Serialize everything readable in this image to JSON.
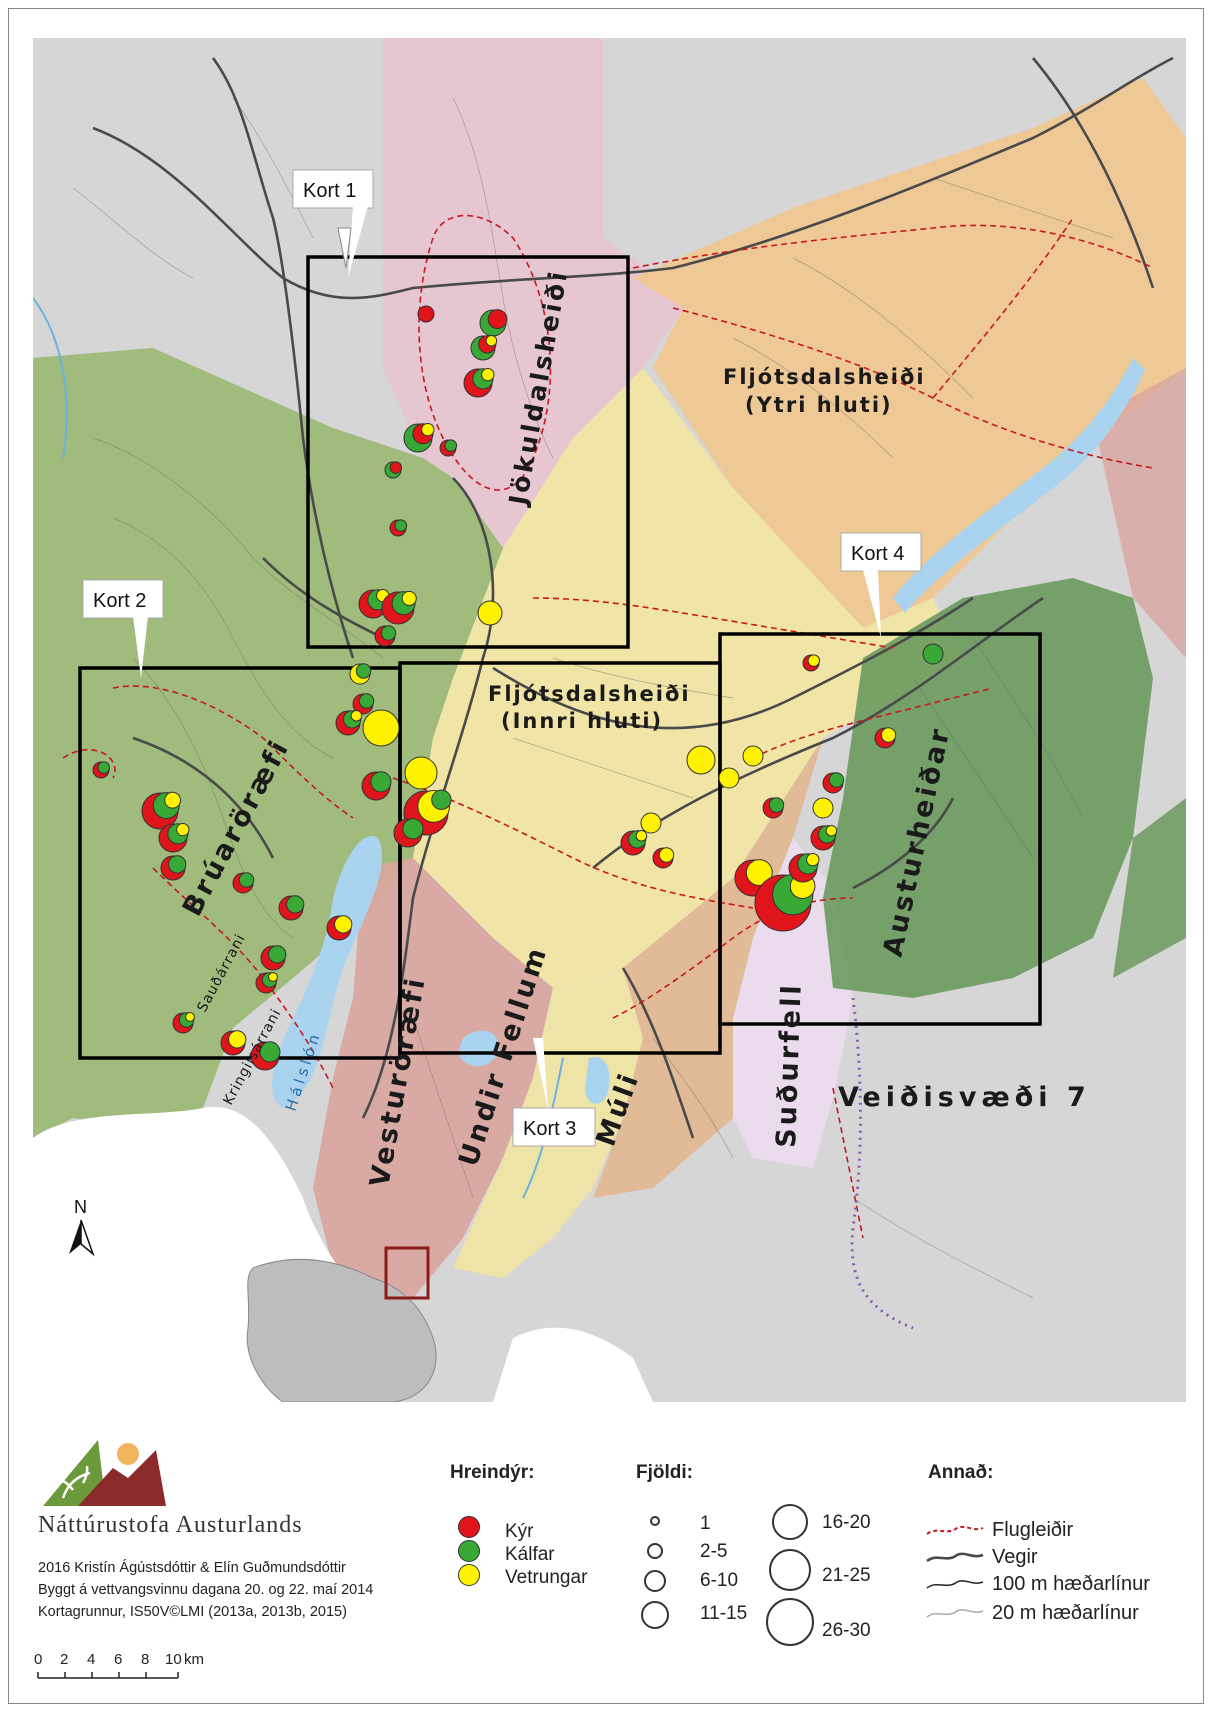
{
  "map": {
    "region_labels": [
      {
        "id": "jokuldalsheidi",
        "text": "Jökuldalsheiði"
      },
      {
        "id": "fljotsdalsheidi-ytri-1",
        "text": "Fljótsdalsheiði"
      },
      {
        "id": "fljotsdalsheidi-ytri-2",
        "text": "(Ytri hluti)"
      },
      {
        "id": "fljotsdalsheidi-innri-1",
        "text": "Fljótsdalsheiði"
      },
      {
        "id": "fljotsdalsheidi-innri-2",
        "text": "(Innri hluti)"
      },
      {
        "id": "bruarorafi",
        "text": "Brúaröræfi"
      },
      {
        "id": "vesturorafi",
        "text": "Vesturöræfi"
      },
      {
        "id": "undir-fellum",
        "text": "Undir Fellum"
      },
      {
        "id": "muli",
        "text": "Múli"
      },
      {
        "id": "sudurfell",
        "text": "Suðurfell"
      },
      {
        "id": "austurheidar",
        "text": "Austurheiðar"
      },
      {
        "id": "veidisvaedi",
        "text": "Veiðisvæði 7"
      },
      {
        "id": "saudarrani",
        "text": "Sauðárrani"
      },
      {
        "id": "kringilsarrani",
        "text": "Kringilsárrani"
      },
      {
        "id": "halslon",
        "text": "Hálslón"
      }
    ],
    "kort_labels": [
      "Kort 1",
      "Kort 2",
      "Kort 3",
      "Kort 4"
    ],
    "north_label": "N"
  },
  "legend": {
    "hreindyr": {
      "title": "Hreindýr:",
      "items": [
        {
          "label": "Kýr",
          "color": "#e0141b"
        },
        {
          "label": "Kálfar",
          "color": "#39a935"
        },
        {
          "label": "Vetrungar",
          "color": "#fff200"
        }
      ]
    },
    "fjoldi": {
      "title": "Fjöldi:",
      "items": [
        "1",
        "2-5",
        "6-10",
        "11-15",
        "16-20",
        "21-25",
        "26-30"
      ]
    },
    "annad": {
      "title": "Annað:",
      "items": [
        "Flugleiðir",
        "Vegir",
        "100 m hæðarlínur",
        "20 m hæðarlínur"
      ]
    }
  },
  "credits": [
    "2016 Kristín Ágústsdóttir & Elín Guðmundsdóttir",
    "Byggt á vettvangsvinnu dagana 20. og 22. maí 2014",
    "Kortagrunnur, IS50V©LMI (2013a, 2013b, 2015)"
  ],
  "logo_text": "Náttúrustofa Austurlands",
  "scale_bar": {
    "ticks": [
      "0",
      "2",
      "4",
      "6",
      "8",
      "10"
    ],
    "unit": "km"
  },
  "colors": {
    "pink": "#e8c4d0",
    "green": "#9bb974",
    "darkgreen": "#6a9a5e",
    "orange": "#f0c890",
    "yellow": "#f2e5a2",
    "rose": "#d9a5a0",
    "tan": "#e2b793",
    "lilac": "#ecdcee",
    "red": "#e0141b"
  }
}
